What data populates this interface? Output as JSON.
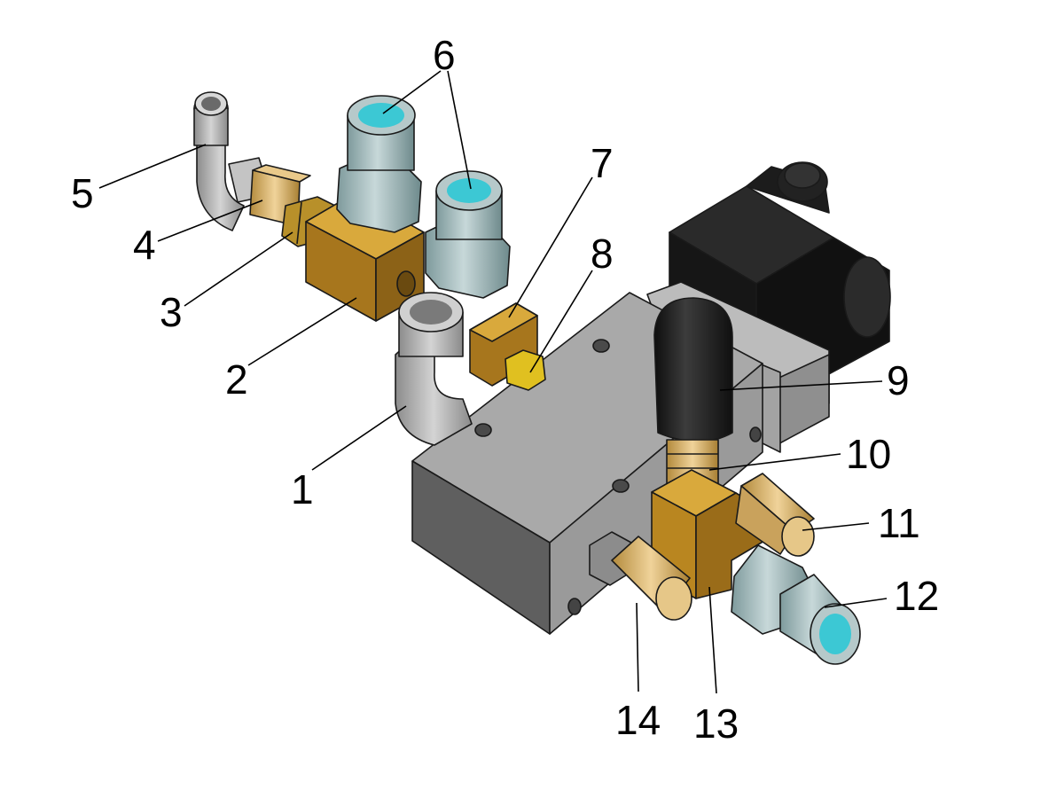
{
  "callouts": [
    {
      "id": "1",
      "label": "1"
    },
    {
      "id": "2",
      "label": "2"
    },
    {
      "id": "3",
      "label": "3"
    },
    {
      "id": "4",
      "label": "4"
    },
    {
      "id": "5",
      "label": "5"
    },
    {
      "id": "6",
      "label": "6"
    },
    {
      "id": "7",
      "label": "7"
    },
    {
      "id": "8",
      "label": "8"
    },
    {
      "id": "9",
      "label": "9"
    },
    {
      "id": "10",
      "label": "10"
    },
    {
      "id": "11",
      "label": "11"
    },
    {
      "id": "12",
      "label": "12"
    },
    {
      "id": "13",
      "label": "13"
    },
    {
      "id": "14",
      "label": "14"
    }
  ],
  "colors": {
    "aluminum": "#a6a6a6",
    "aluminum_dark": "#6e6e6e",
    "brass": "#c9962f",
    "brass_dark": "#8a6418",
    "steel_blue": "#9fb6b8",
    "bore_cyan": "#3cc8d4",
    "black_plastic": "#1f1f1f",
    "bright_brass": "#e0c020"
  }
}
